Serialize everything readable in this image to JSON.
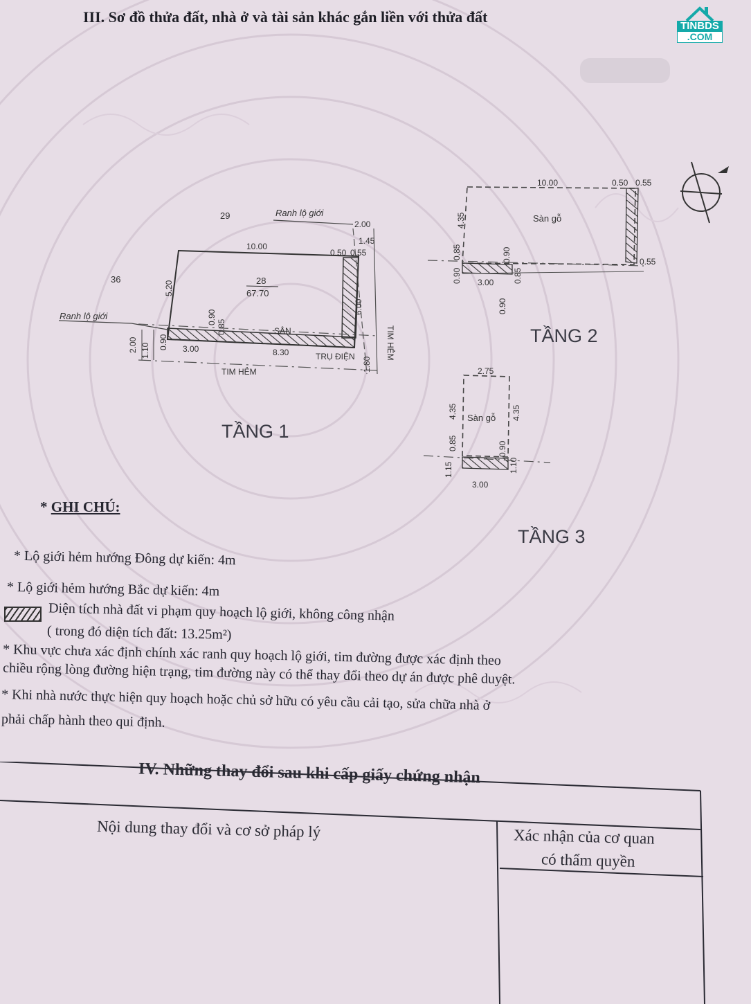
{
  "header": {
    "title": "III. Sơ đồ thửa đất, nhà ở và tài sản khác gắn liền với thửa đất",
    "logo_top": "TINBDS",
    "logo_bottom": ".COM"
  },
  "plan": {
    "floor1": {
      "title": "TẦNG 1",
      "parcel_number": "28",
      "area": "67.70",
      "neighbor_north": "29",
      "neighbor_west": "36",
      "boundary_label_top": "Ranh lộ giới",
      "boundary_label_left": "Ranh lộ giới",
      "yard_label": "SÂN",
      "alley_center_label": "TIM HẺM",
      "alley_center_label_right": "TIM HẺM",
      "pillar_label": "TRỤ ĐIỆN",
      "dims": {
        "top_length": "10.00",
        "top_right_a": "0.50",
        "top_right_b": "0.55",
        "top_offset_a": "2.00",
        "top_offset_b": "1.45",
        "left_depth": "5.20",
        "right_depth": "6.00",
        "inner_a": "0.90",
        "inner_b": "0.85",
        "left_offset_a": "2.00",
        "left_offset_b": "1.10",
        "left_offset_c": "0.90",
        "bottom_left": "3.00",
        "bottom_right": "8.30",
        "bottom_right_offset": "1.80"
      }
    },
    "floor2": {
      "title": "TẦNG 2",
      "floor_label": "Sàn gỗ",
      "dims": {
        "top_length": "10.00",
        "top_right_a": "0.50",
        "top_right_b": "0.55",
        "bottom_right": "0.55",
        "left_height": "4.35",
        "left_a": "0.85",
        "left_b": "0.90",
        "inner_a": "0.90",
        "inner_b": "0.85",
        "bottom_width": "3.00",
        "below": "0.90"
      }
    },
    "floor3": {
      "title": "TẦNG 3",
      "floor_label": "Sàn gỗ",
      "dims": {
        "top_width": "2.75",
        "left_height": "4.35",
        "right_height": "4.35",
        "left_a": "0.85",
        "left_b": "1.15",
        "inner": "0.90",
        "right_b": "1.10",
        "bottom_width": "3.00"
      }
    }
  },
  "notes": {
    "heading_star": "*",
    "heading": "GHI CHÚ:",
    "items": [
      "* Lộ giới hẻm hướng Đông dự kiến: 4m",
      "* Lộ giới hẻm hướng Bắc dự kiến: 4m"
    ],
    "legend_text": "Diện tích nhà đất vi phạm quy hoạch lộ giới, không công nhận",
    "legend_sub": "( trong đó diện tích đất: 13.25m²)",
    "note3_line1": "* Khu vực chưa xác định chính xác ranh quy hoạch lộ giới, tim đường được xác định theo",
    "note3_line2": "chiều rộng lòng đường hiện trạng, tim đường này có thể thay đổi theo dự án được phê duyệt.",
    "note4_line1": "* Khi nhà nước thực hiện quy hoạch hoặc chủ sở hữu có yêu cầu cải tạo, sửa chữa nhà ở",
    "note4_line2": "phải chấp hành theo qui định."
  },
  "changes_table": {
    "heading": "IV. Những thay đổi sau khi cấp giấy chứng nhận",
    "col1": "Nội dung thay đổi và cơ sở pháp lý",
    "col2_line1": "Xác nhận của cơ quan",
    "col2_line2": "có thẩm quyền"
  }
}
